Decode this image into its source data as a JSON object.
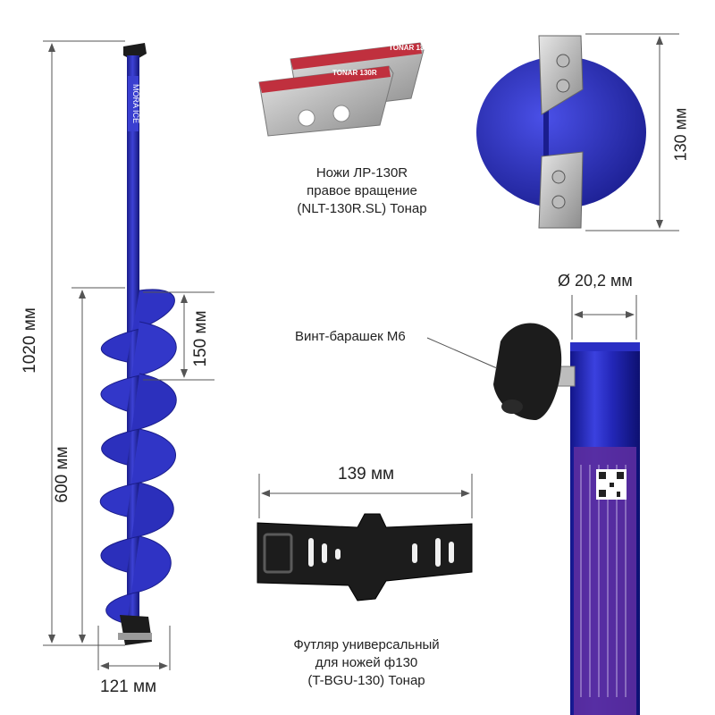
{
  "brand": {
    "tube_logo": "MORA ICE",
    "knife_label": "TONAR 130R"
  },
  "dimensions": {
    "total_length": "1020 мм",
    "working_length": "600 мм",
    "flight_pitch": "150 мм",
    "width": "121 мм",
    "blade_diameter": "130 мм",
    "tube_diameter": "Ø 20,2 мм",
    "case_length": "139 мм"
  },
  "callouts": {
    "wing_screw": "Винт-барашек М6"
  },
  "captions": {
    "knives": [
      "Ножи ЛР-130R",
      "правое вращение",
      "(NLT-130R.SL) Тонар"
    ],
    "case": [
      "Футляр универсальный",
      "для ножей ф130",
      "(T-BGU-130) Тонар"
    ]
  },
  "colors": {
    "auger_blue": "#2b2fb0",
    "knife_red": "#c0303e",
    "case_black": "#1c1c1c"
  }
}
